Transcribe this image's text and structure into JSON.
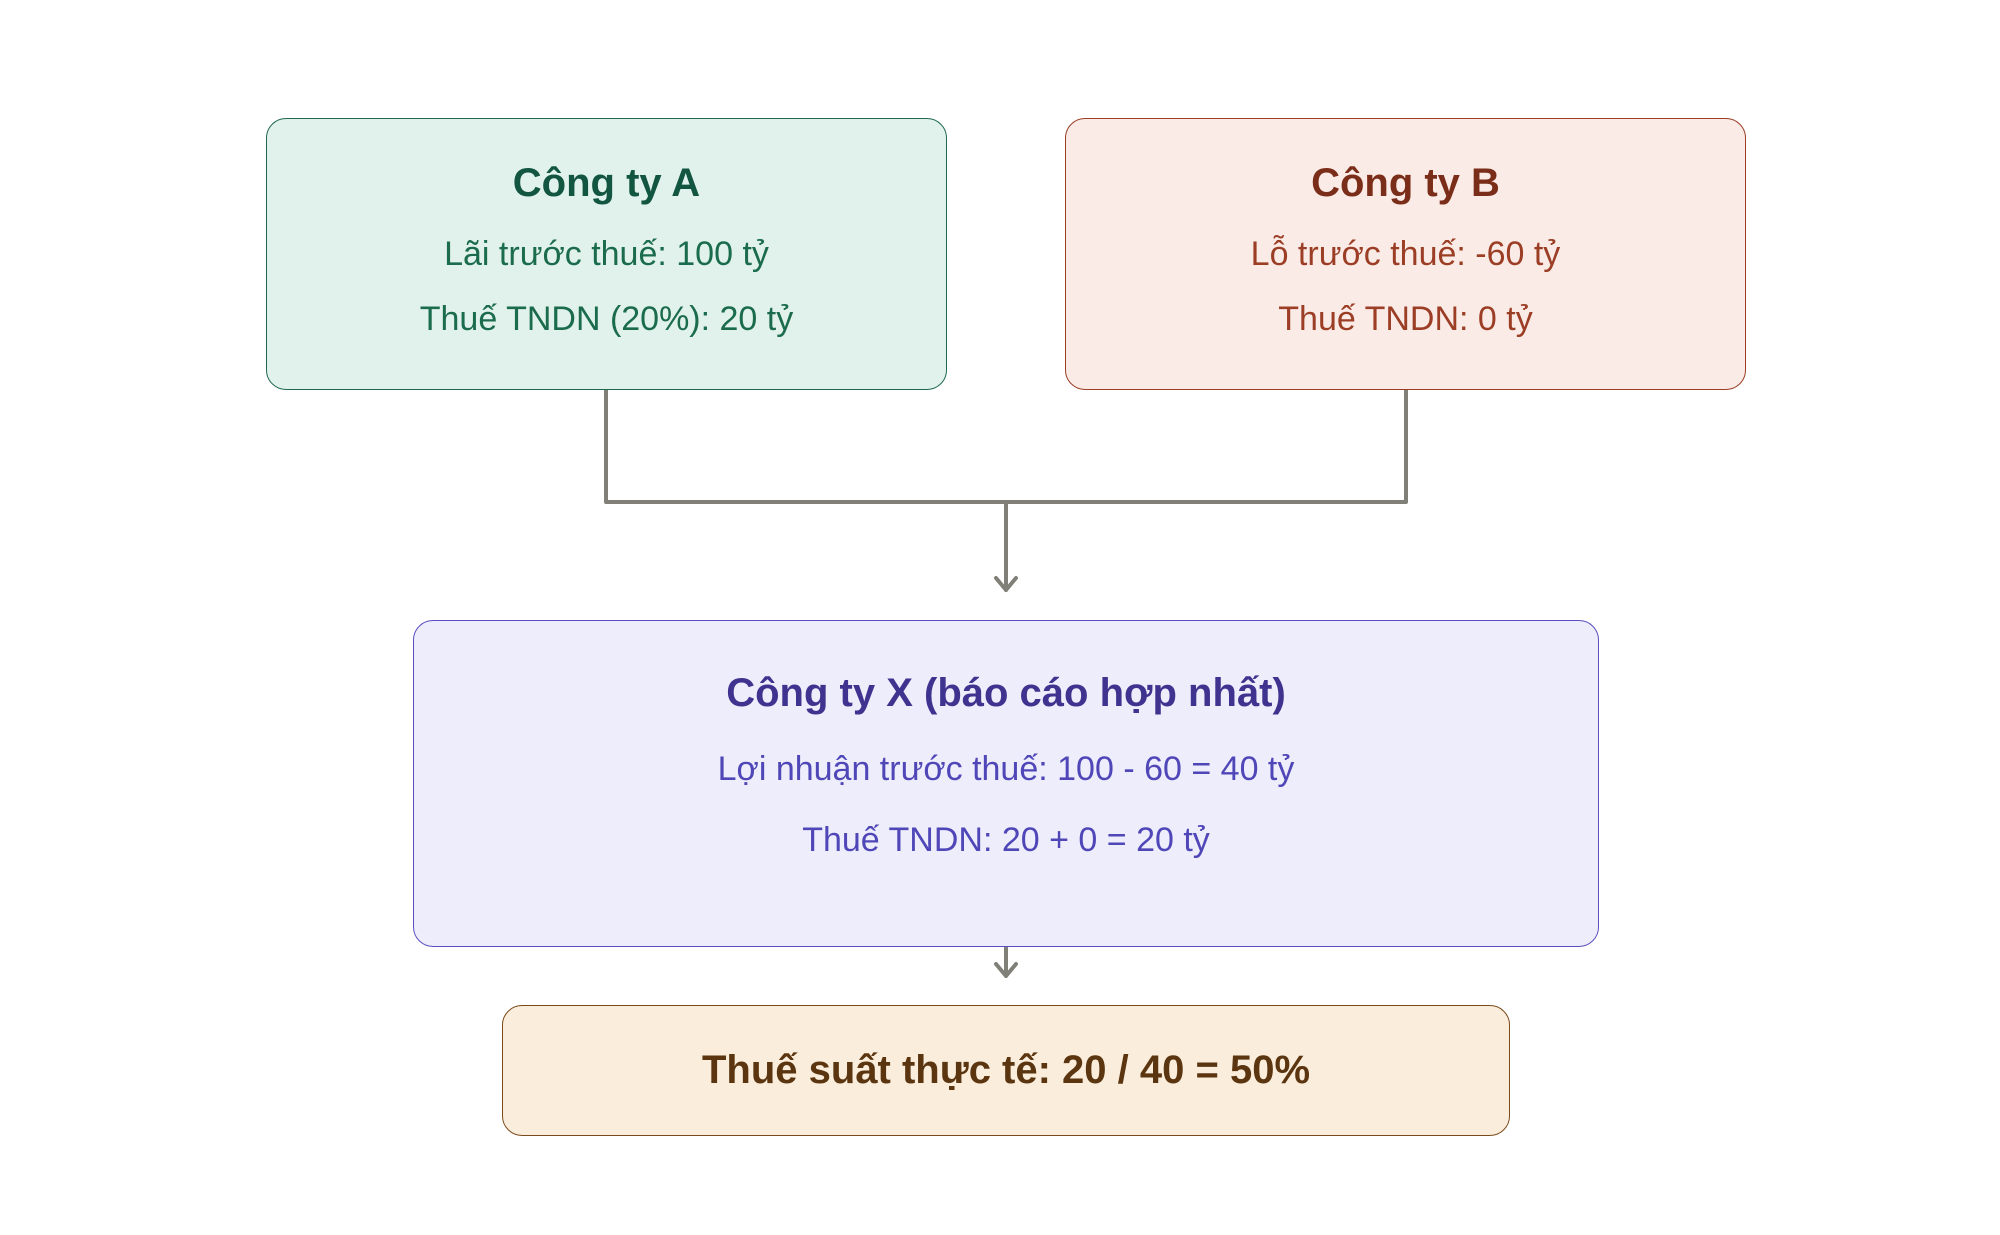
{
  "company_a": {
    "title": "Công ty A",
    "profit": "Lãi trước thuế: 100 tỷ",
    "tax": "Thuế TNDN (20%): 20 tỷ"
  },
  "company_b": {
    "title": "Công ty B",
    "loss": "Lỗ trước thuế: -60 tỷ",
    "tax": "Thuế TNDN: 0 tỷ"
  },
  "company_x": {
    "title": "Công ty X (báo cáo hợp nhất)",
    "profit": "Lợi nhuận trước thuế: 100 - 60 = 40 tỷ",
    "tax": "Thuế TNDN: 20 + 0 = 20 tỷ"
  },
  "effective_rate": {
    "text": "Thuế suất thực tế: 20 / 40 = 50%"
  },
  "colors": {
    "company_a_fill": "#e1f2ec",
    "company_a_border": "#1f6a4d",
    "company_b_fill": "#faebe6",
    "company_b_border": "#9b3e25",
    "company_x_fill": "#eeedfb",
    "company_x_border": "#5a4fbf",
    "rate_fill": "#faeddb",
    "rate_border": "#7a4a1a",
    "connector": "#808078"
  }
}
